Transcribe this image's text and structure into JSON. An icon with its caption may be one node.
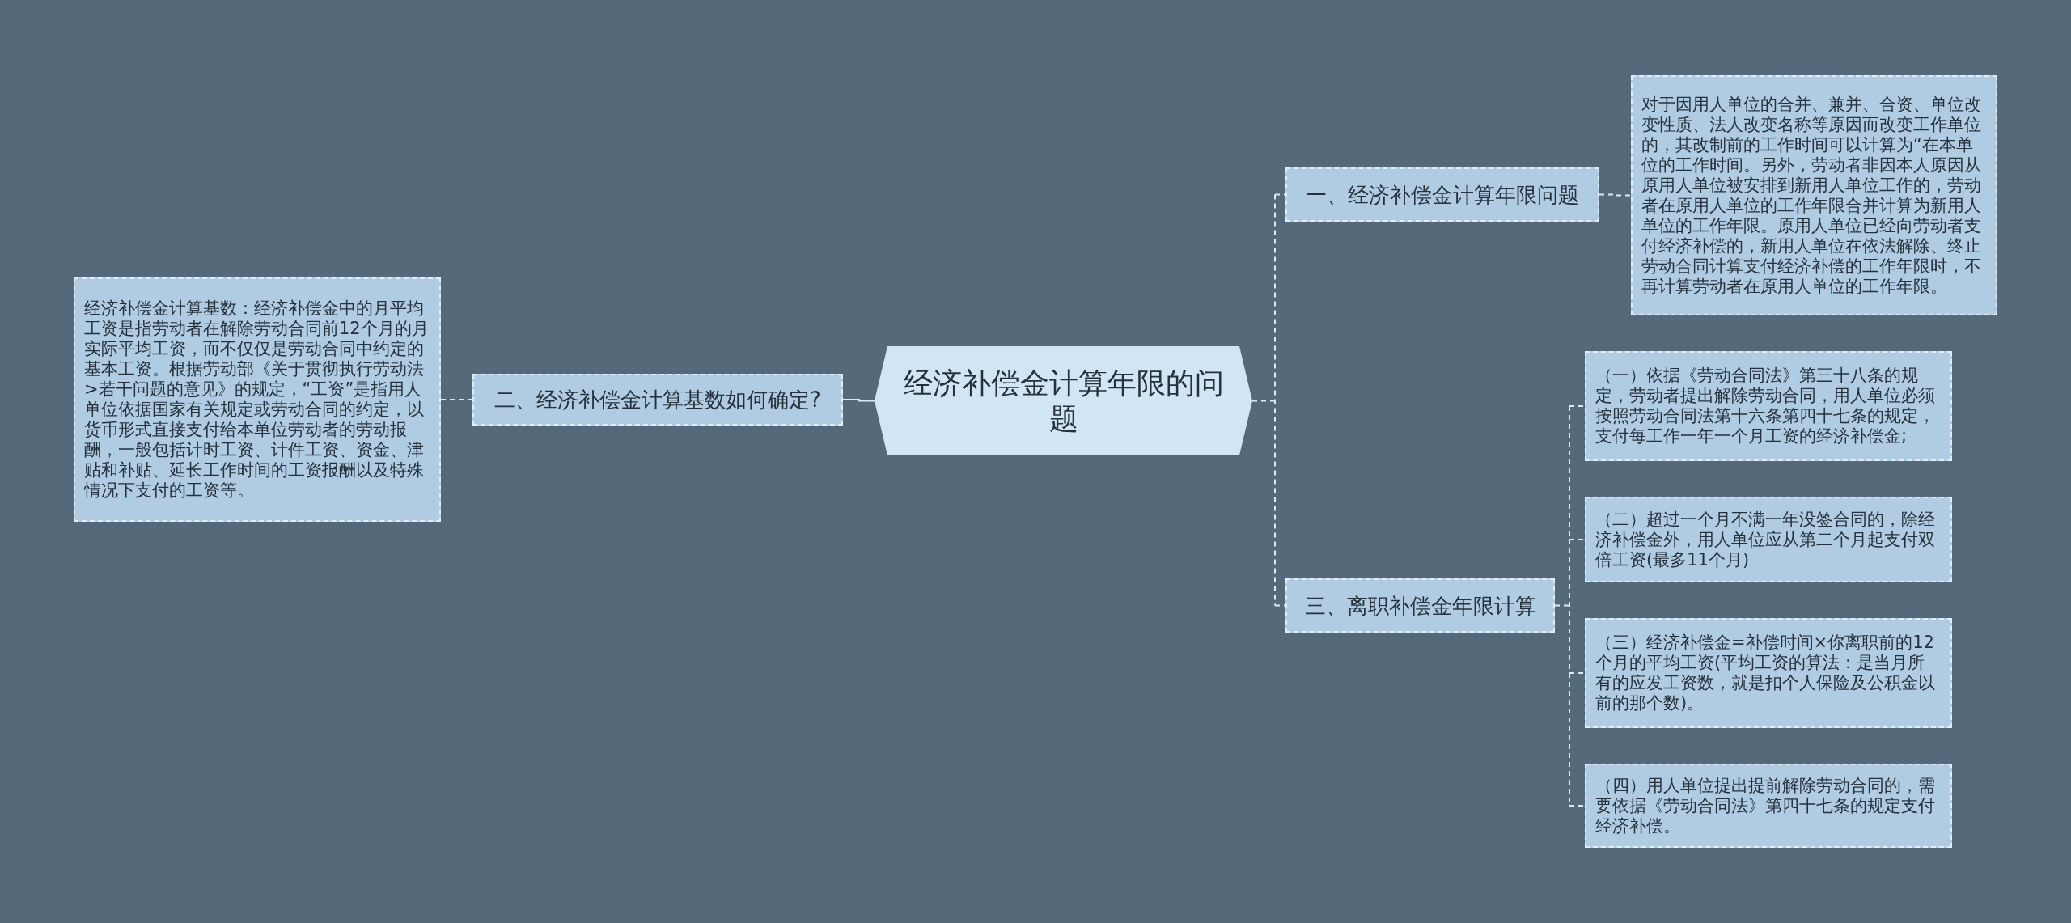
{
  "diagram": {
    "nodes": [
      {
        "text": [
          "经济补偿金计算年限的问题"
        ]
      },
      {
        "text": [
          "一、经济补偿金计算年限问题"
        ]
      },
      {
        "text": [
          "对于因用人单位的合并、兼并、合资、单位改变性质、法人改变名称等原因而改变工作单位的，其改制前的工作时间可以计算为“在本单位的工作时间。另外，劳动者非因本人原因从原用人单位被安排到新用人单位工作的，劳动者在原用人单位的工作年限合并计算为新用人单位的工作年限。原用人单位已经向劳动者支付经济补偿的，新用人单位在依法解除、终止劳动合同计算支付经济补偿的工作年限时，不再计算劳动者在原用人单位的工作年限。"
        ]
      },
      {
        "text": [
          "二、经济补偿金计算基数如何确定?"
        ]
      },
      {
        "text": [
          "经济补偿金计算基数：经济补偿金中的月平均工资是指劳动者在解除劳动合同前12个月的月实际平均工资，而不仅仅是劳动合同中约定的基本工资。根据劳动部《关于贯彻执行劳动法>若干问题的意见》的规定，“工资”是指用人单位依据国家有关规定或劳动合同的约定，以货币形式直接支付给本单位劳动者的劳动报酬，一般包括计时工资、计件工资、资金、津贴和补贴、延长工作时间的工资报酬以及特殊情况下支付的工资等。"
        ]
      },
      {
        "text": [
          "三、离职补偿金年限计算"
        ]
      },
      {
        "text": [
          "（一）依据《劳动合同法》第三十八条的规定，劳动者提出解除劳动合同，用人单位必须按照劳动合同法第十六条第四十七条的规定，支付每工作一年一个月工资的经济补偿金;"
        ]
      },
      {
        "text": [
          "（二）超过一个月不满一年没签合同的，除经济补偿金外，用人单位应从第二个月起支付双倍工资(最多11个月)"
        ]
      },
      {
        "text": [
          "（三）经济补偿金=补偿时间×你离职前的12个月的平均工资(平均工资的算法：是当月所有的应发工资数，就是扣个人保险及公积金以前的那个数)。"
        ]
      },
      {
        "text": [
          "（四）用人单位提出提前解除劳动合同的，需要依据《劳动合同法》第四十七条的规定支付经济补偿。"
        ]
      }
    ],
    "edges": [
      {
        "from": 0,
        "to": 1,
        "arrow": "none",
        "style": "dashed"
      },
      {
        "from": 1,
        "to": 2,
        "arrow": "none",
        "style": "dashed"
      },
      {
        "from": 0,
        "to": 3,
        "arrow": "none"
      },
      {
        "from": 3,
        "to": 4,
        "arrow": "none",
        "style": "dashed"
      },
      {
        "from": 0,
        "to": 5,
        "arrow": "none",
        "style": "dashed"
      },
      {
        "from": 5,
        "to": 6,
        "arrow": "none",
        "style": "dashed"
      },
      {
        "from": 5,
        "to": 7,
        "arrow": "none",
        "style": "dashed"
      },
      {
        "from": 5,
        "to": 8,
        "arrow": "none",
        "style": "dashed"
      },
      {
        "from": 5,
        "to": 9,
        "arrow": "none",
        "style": "dashed"
      }
    ]
  }
}
